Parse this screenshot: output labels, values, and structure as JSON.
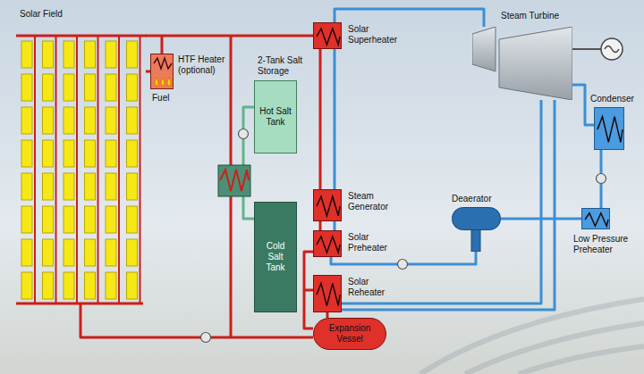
{
  "diagram": {
    "nodes": [
      {
        "text": [
          "Solar Field"
        ]
      },
      {
        "text": [
          "HTF Heater (optional)"
        ]
      },
      {
        "text": [
          "Hot Salt Tank"
        ]
      },
      {
        "text": [
          "Solar Superheater"
        ]
      },
      {
        "text": [
          "Steam Turbine"
        ]
      },
      {
        "text": [
          "Condenser"
        ]
      },
      {
        "text": [
          "Steam Generator"
        ]
      },
      {
        "text": [
          "Cold Salt Tank"
        ]
      },
      {
        "text": [
          "Solar Preheater"
        ]
      },
      {
        "text": [
          "Deaerator"
        ]
      },
      {
        "text": [
          "Low Pressure Preheater"
        ]
      },
      {
        "text": [
          "Solar Reheater"
        ]
      },
      {
        "text": [
          "Expansion Vessel"
        ]
      }
    ],
    "edges": [
      {
        "from": 0,
        "to": 3,
        "arrow": "none"
      },
      {
        "from": 0,
        "to": 1,
        "arrow": "none"
      },
      {
        "from": 3,
        "to": 4,
        "arrow": "none"
      },
      {
        "from": 4,
        "to": 5,
        "arrow": "none"
      },
      {
        "from": 5,
        "to": 10,
        "arrow": "none"
      },
      {
        "from": 10,
        "to": 9,
        "arrow": "none"
      },
      {
        "from": 9,
        "to": 8,
        "arrow": "none"
      },
      {
        "from": 8,
        "to": 6,
        "arrow": "none"
      },
      {
        "from": 6,
        "to": 3,
        "arrow": "none"
      },
      {
        "from": 3,
        "to": 6,
        "arrow": "none"
      },
      {
        "from": 6,
        "to": 8,
        "arrow": "none"
      },
      {
        "from": 8,
        "to": 12,
        "arrow": "none"
      },
      {
        "from": 11,
        "to": 12,
        "arrow": "none"
      },
      {
        "from": 12,
        "to": 0,
        "arrow": "none"
      },
      {
        "from": 2,
        "to": 7,
        "arrow": "none"
      },
      {
        "from": 4,
        "to": 11,
        "arrow": "none"
      },
      {
        "from": 11,
        "to": 4,
        "arrow": "none"
      }
    ],
    "labels": [
      "Fuel",
      "2-Tank Salt Storage"
    ]
  }
}
